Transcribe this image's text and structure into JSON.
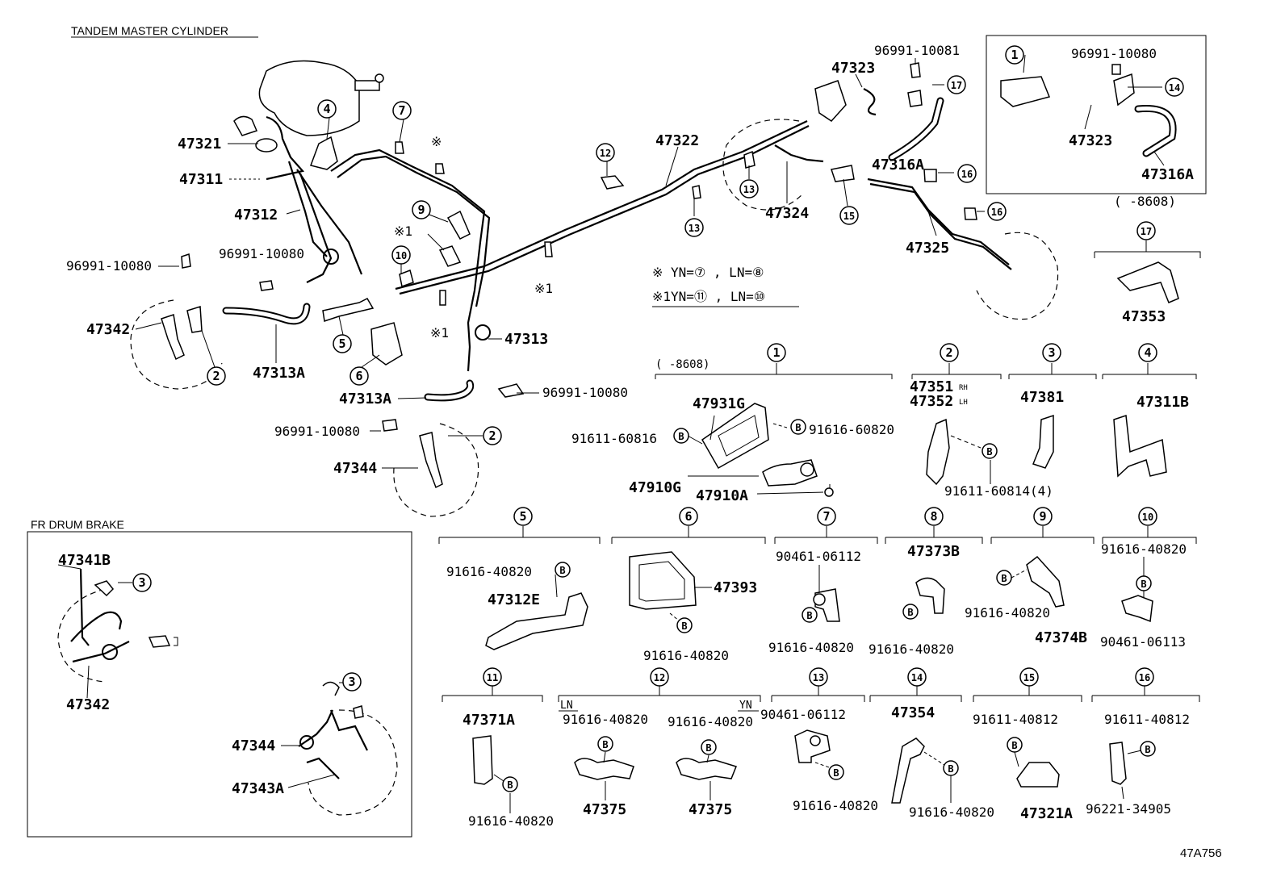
{
  "sections": {
    "tandem_title": "TANDEM MASTER CYLINDER",
    "drum_title": "FR DRUM BRAKE"
  },
  "figure_id": "47A756",
  "legend": {
    "line1": "※  YN=⑦  , LN=⑧",
    "line2": "※1YN=⑪  , LN=⑩"
  },
  "inset_range": "(      -8608)",
  "detail_range": "(      -8608)",
  "labels": {
    "p47321": "47321",
    "p47311": "47311",
    "p47312": "47312",
    "p96991_a": "96991-10080",
    "p96991_b": "96991-10080",
    "p47342": "47342",
    "p47313A_a": "47313A",
    "p47313": "47313",
    "p47313A_b": "47313A",
    "p96991_c": "96991-10080",
    "p96991_d": "96991-10080",
    "p47344": "47344",
    "p47322": "47322",
    "p47323": "47323",
    "p96991_e": "96991-10081",
    "p47316A": "47316A",
    "p47324": "47324",
    "p47325": "47325",
    "p96991_f": "96991-10080",
    "p47323_b": "47323",
    "p47316A_b": "47316A",
    "p47353": "47353",
    "p47931G": "47931G",
    "p91611_60816": "91611-60816",
    "p91616_60820": "91616-60820",
    "p47910G": "47910G",
    "p47910A": "47910A",
    "p47351": "47351",
    "p47351_rh": "RH",
    "p47352": "47352",
    "p47352_lh": "LH",
    "p91611_60814": "91611-60814(4)",
    "p47381": "47381",
    "p47311B": "47311B",
    "d5_bolt": "91616-40820",
    "d5_part": "47312E",
    "d6_part": "47393",
    "d6_bolt": "91616-40820",
    "d7_top": "90461-06112",
    "d7_bolt": "91616-40820",
    "d8_part": "47373B",
    "d8_bolt": "91616-40820",
    "d9_bolt": "91616-40820",
    "d9_part": "47374B",
    "d10_bolt": "91616-40820",
    "d10_part": "90461-06113",
    "d11_part": "47371A",
    "d11_bolt": "91616-40820",
    "d12_ln": "LN",
    "d12_yn": "YN",
    "d12_bolt_a": "91616-40820",
    "d12_bolt_b": "91616-40820",
    "d12_part_a": "47375",
    "d12_part_b": "47375",
    "d13_top": "90461-06112",
    "d13_bolt": "91616-40820",
    "d14_part": "47354",
    "d14_bolt": "91616-40820",
    "d15_bolt": "91611-40812",
    "d15_part": "47321A",
    "d16_bolt": "91611-40812",
    "d16_part": "96221-34905",
    "drum_47341B": "47341B",
    "drum_47342": "47342",
    "drum_47344": "47344",
    "drum_47343A": "47343A"
  },
  "callouts": {
    "c1": "1",
    "c2": "2",
    "c3": "3",
    "c4": "4",
    "c5": "5",
    "c6": "6",
    "c7": "7",
    "c8": "8",
    "c9": "9",
    "c10": "10",
    "c11": "11",
    "c12": "12",
    "c13": "13",
    "c14": "14",
    "c15": "15",
    "c16": "16",
    "c17": "17",
    "bolt": "B",
    "star": "※",
    "star1": "※1"
  }
}
